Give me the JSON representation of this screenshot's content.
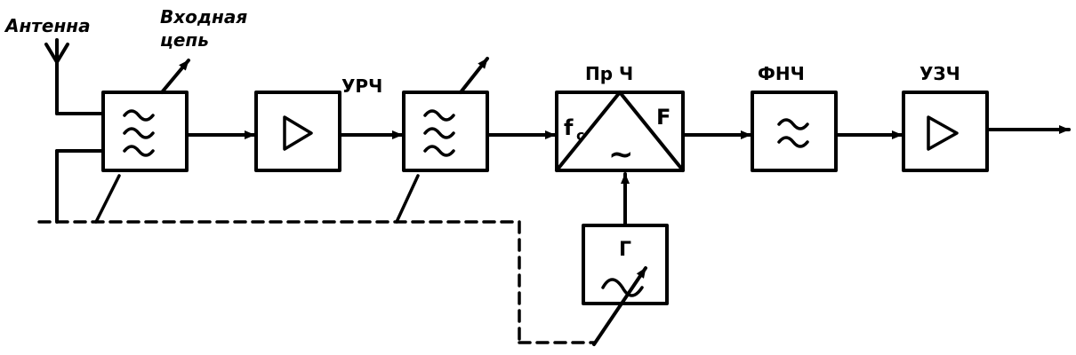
{
  "labels": {
    "antenna": "Антенна",
    "input_circuit_line1": "Входная",
    "input_circuit_line2": "цепь",
    "rf_amp": "УРЧ",
    "mixer": "Пр Ч",
    "lpf": "ФНЧ",
    "af_amp": "УЗЧ",
    "oscillator": "Г",
    "mixer_fc": "f",
    "mixer_fc_sub": "c",
    "mixer_F": "F",
    "mixer_tilde": "~"
  },
  "colors": {
    "ink": "#000000",
    "background": "#ffffff"
  },
  "icons": {
    "filter": "triple-tilde-filter-icon",
    "amplifier": "triangle-amplifier-icon",
    "lowpass": "double-tilde-lowpass-icon",
    "variable": "diagonal-arrow-tuning-icon"
  }
}
